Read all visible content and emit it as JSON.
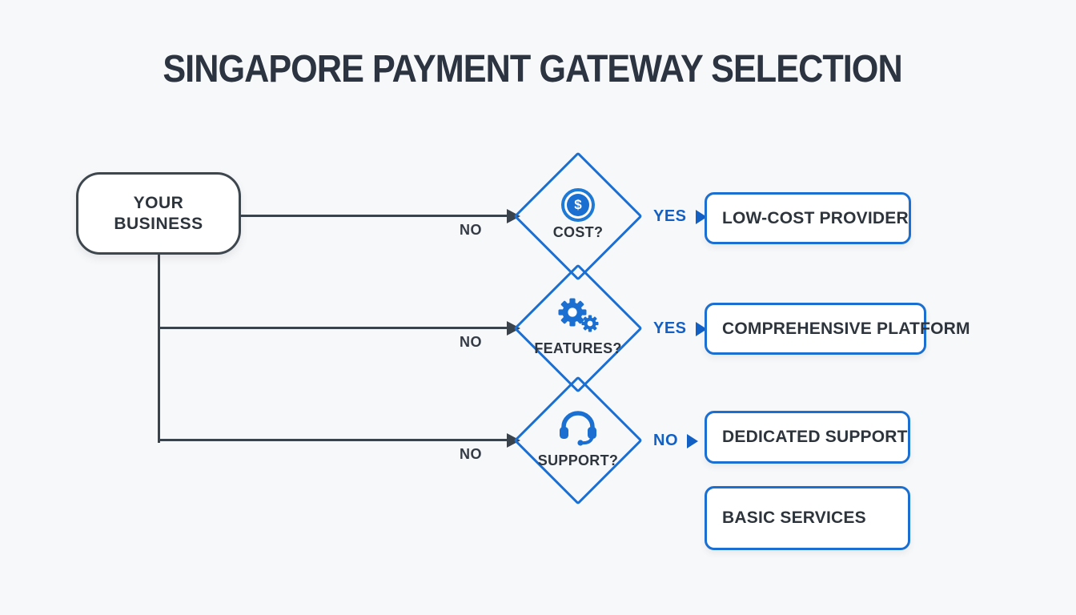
{
  "title": "SINGAPORE PAYMENT GATEWAY SELECTION",
  "colors": {
    "background": "#f7f8fa",
    "connector_dark": "#3a424b",
    "diamond_blue": "#1b6fd2",
    "answer_blue": "#1260c4",
    "text_dark": "#2d343c"
  },
  "start": {
    "line1": "YOUR",
    "line2": "BUSINESS"
  },
  "rows": [
    {
      "question": "COST?",
      "icon": "dollar-circle-icon",
      "branch_label": "NO",
      "answer_label": "YES",
      "outcome": "LOW-COST PROVIDER"
    },
    {
      "question": "FEATURES?",
      "icon": "gears-icon",
      "branch_label": "NO",
      "answer_label": "YES",
      "outcome": "COMPREHENSIVE PLATFORM"
    },
    {
      "question": "SUPPORT?",
      "icon": "headset-icon",
      "branch_label": "NO",
      "answer_label": "NO",
      "outcome": "DEDICATED SUPPORT"
    }
  ],
  "fallback_outcome": {
    "label": "BASIC SERVICES"
  },
  "glyphs": {
    "dollar_sign": "$"
  }
}
